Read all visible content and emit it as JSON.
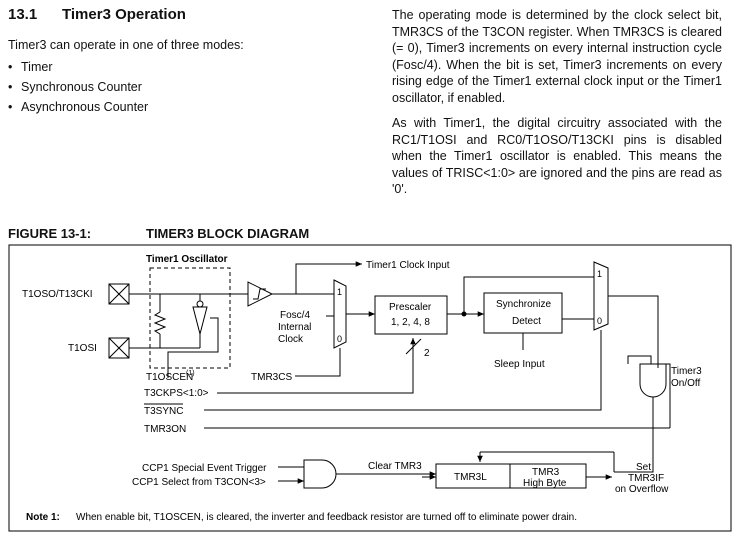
{
  "section": {
    "number": "13.1",
    "title": "Timer3 Operation",
    "intro": "Timer3 can operate in one of three modes:",
    "modes": [
      "Timer",
      "Synchronous Counter",
      "Asynchronous Counter"
    ]
  },
  "paragraph1": "The operating mode is determined by the clock select bit, TMR3CS of the T3CON register. When TMR3CS is cleared (= 0), Timer3 increments on every internal instruction cycle (Fosc/4). When the bit is set, Timer3 increments on every rising edge of the Timer1 external clock input or the Timer1 oscillator, if enabled.",
  "paragraph2": "As with Timer1, the digital circuitry associated with the RC1/T1OSI and RC0/T1OSO/T13CKI pins is disabled when the Timer1 oscillator is enabled. This means the values of TRISC<1:0> are ignored and the pins are read as '0'.",
  "figure": {
    "label": "FIGURE 13-1:",
    "title": "TIMER3 BLOCK DIAGRAM",
    "labels": {
      "osc_title": "Timer1 Oscillator",
      "pin1": "T1OSO/T13CKI",
      "pin2": "T1OSI",
      "t1oscen": "T1OSCEN",
      "t1oscen_sup": "(1)",
      "clock_input": "Timer1 Clock Input",
      "fosc_line1": "Fosc/4",
      "fosc_line2": "Internal",
      "fosc_line3": "Clock",
      "mux1_in1": "1",
      "mux1_in0": "0",
      "tmr3cs": "TMR3CS",
      "prescaler_line1": "Prescaler",
      "prescaler_line2": "1, 2, 4, 8",
      "prescaler_bus": "2",
      "sync_line1": "Synchronize",
      "sync_line2": "Detect",
      "sleep_input": "Sleep Input",
      "mux2_in1": "1",
      "mux2_in0": "0",
      "t3ckps": "T3CKPS<1:0>",
      "t3sync": "T3SYNC",
      "tmr3on": "TMR3ON",
      "onoff_line1": "Timer3",
      "onoff_line2": "On/Off",
      "ccp1_trigger": "CCP1 Special Event Trigger",
      "ccp1_select": "CCP1 Select from T3CON<3>",
      "clear_tmr3": "Clear TMR3",
      "tmr3l": "TMR3L",
      "tmr3h_line1": "TMR3",
      "tmr3h_line2": "High Byte",
      "set_line1": "Set",
      "set_line2": "TMR3IF",
      "set_line3": "on Overflow",
      "note_label": "Note 1:",
      "note_text": "When enable bit, T1OSCEN, is cleared, the inverter and feedback resistor are turned off to eliminate power drain."
    }
  }
}
